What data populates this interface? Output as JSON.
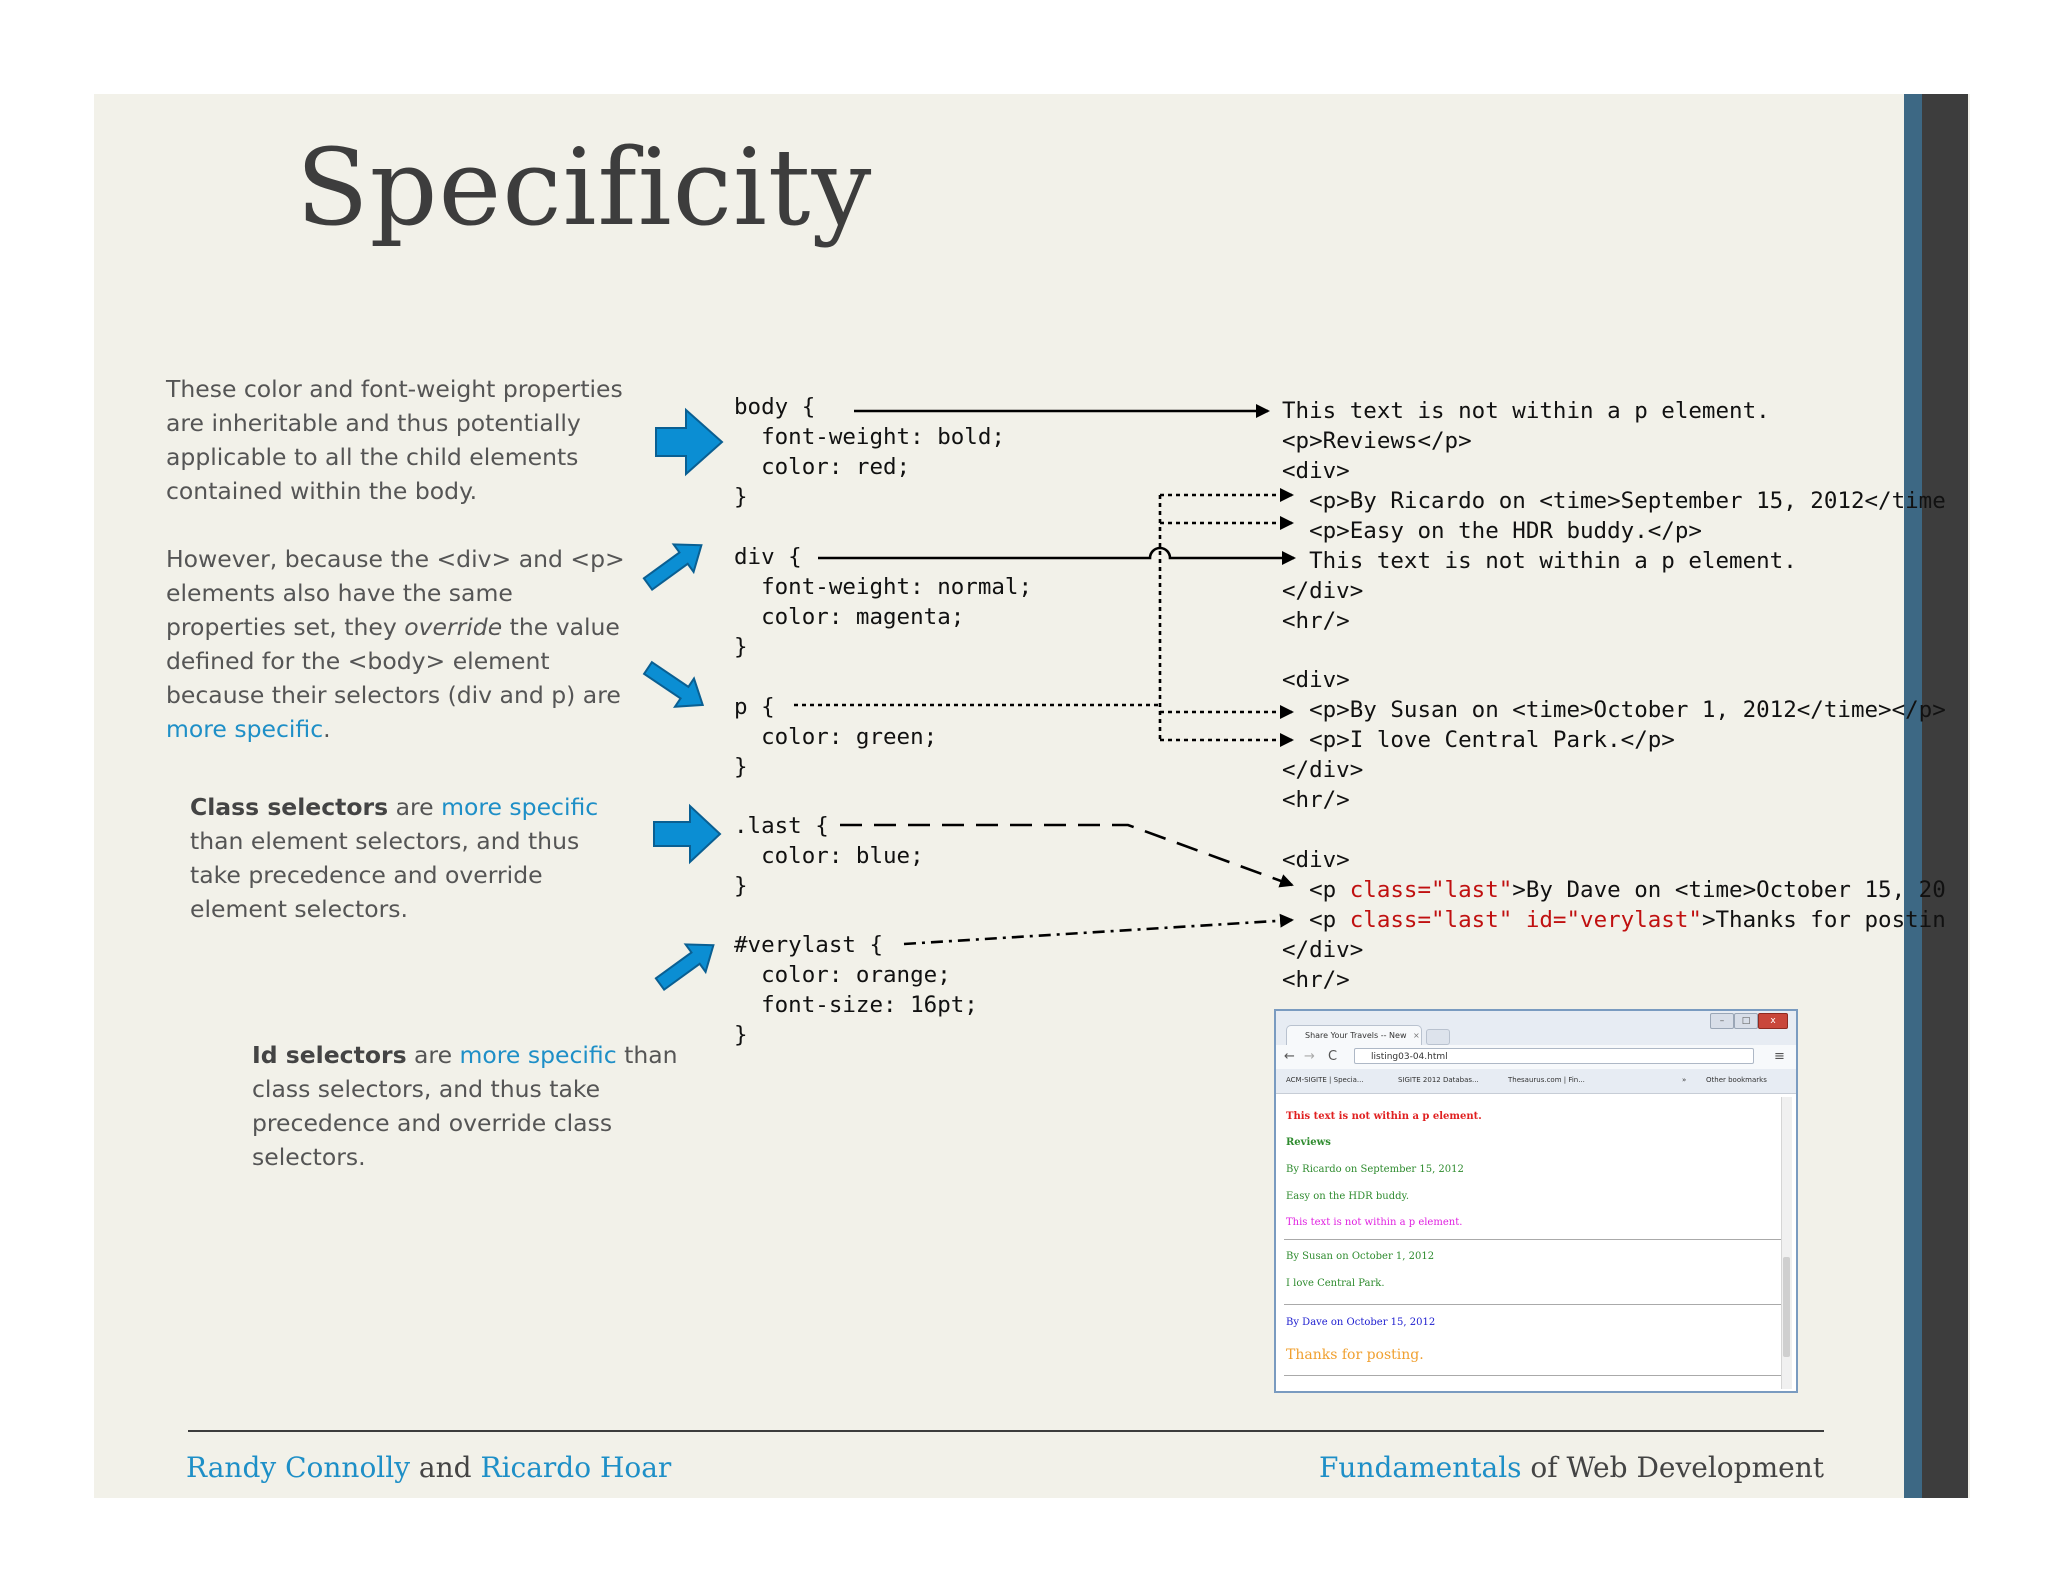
{
  "slide": {
    "title": "Specificity"
  },
  "notes": {
    "note1": "These color and font-weight properties are inheritable and thus potentially applicable to all the child elements contained within the body.",
    "note2_a": "However, because the <div> and <p> elements also have the same properties set, they ",
    "note2_em": "override",
    "note2_b": " the value defined for the <body> element because their selectors (div and p) are ",
    "note2_hl": "more specific",
    "note2_end": ".",
    "note3_b": "Class selectors",
    "note3_a": " are ",
    "note3_hl": "more specific",
    "note3_c": " than element selectors, and thus take precedence and override element selectors.",
    "note4_b": "Id selectors",
    "note4_a": " are ",
    "note4_hl": "more specific",
    "note4_c": " than class selectors, and thus take precedence and override class selectors."
  },
  "css_code": {
    "body_1": "body {",
    "body_2": "  font-weight: bold;",
    "body_3": "  color: red;",
    "body_4": "}",
    "div_1": "div {",
    "div_2": "  font-weight: normal;",
    "div_3": "  color: magenta;",
    "div_4": "}",
    "p_1": "p {",
    "p_2": "  color: green;",
    "p_3": "}",
    "last_1": ".last {",
    "last_2": "  color: blue;",
    "last_3": "}",
    "verylast_1": "#verylast {",
    "verylast_2": "  color: orange;",
    "verylast_3": "  font-size: 16pt;",
    "verylast_4": "}"
  },
  "html_code": {
    "l1": "This text is not within a p element.",
    "l2": "<p>Reviews</p>",
    "l3": "<div>",
    "l4": "  <p>By Ricardo on <time>September 15, 2012</time",
    "l5": "  <p>Easy on the HDR buddy.</p>",
    "l6": "  This text is not within a p element.",
    "l7": "</div>",
    "l8": "<hr/>",
    "l9": "<div>",
    "l10": "  <p>By Susan on <time>October 1, 2012</time></p>",
    "l11": "  <p>I love Central Park.</p>",
    "l12": "</div>",
    "l13": "<hr/>",
    "l14": "<div>",
    "l15_pre": "  <p ",
    "l15_attr": "class=\"last\"",
    "l15_post": ">By Dave on <time>October 15, 20",
    "l16_pre": "  <p ",
    "l16_attr": "class=\"last\" id=\"verylast\"",
    "l16_post": ">Thanks for postin",
    "l17": "</div>",
    "l18": "<hr/>"
  },
  "browser": {
    "tab_title": "Share Your Travels -- New",
    "tab_close": "×",
    "url": "listing03-04.html",
    "bookmark_1": "ACM-SIGITE | Specia...",
    "bookmark_2": "SIGITE 2012 Databas...",
    "bookmark_3": "Thesaurus.com | Fin...",
    "bookmark_more": "»",
    "bookmark_other": "Other bookmarks",
    "back": "←",
    "forward": "→",
    "reload": "C",
    "menu": "≡",
    "minimize": "–",
    "maximize": "□",
    "close": "x",
    "lines": {
      "l1": "This text is not within a p element.",
      "l2": "Reviews",
      "l3": "By Ricardo on September 15, 2012",
      "l4": "Easy on the HDR buddy.",
      "l5": "This text is not within a p element.",
      "l6": "By Susan on October 1, 2012",
      "l7": "I love Central Park.",
      "l8": "By Dave on October 15, 2012",
      "l9": "Thanks for posting."
    }
  },
  "footer": {
    "author1": "Randy Connolly",
    "and": " and ",
    "author2": "Ricardo Hoar",
    "book_hl": "Fundamentals",
    "book_rest": " of Web Development"
  },
  "colors": {
    "background": "#f2f1e9",
    "accent_blue": "#1e8fc7",
    "title": "#3d3d3d",
    "band_blue": "#3d6884",
    "band_dark": "#3d3d3d",
    "browser_red": "#e02020",
    "browser_green": "#2e8b2e",
    "browser_magenta": "#e020e0",
    "browser_blue": "#2020d0",
    "browser_orange": "#f0a030"
  }
}
